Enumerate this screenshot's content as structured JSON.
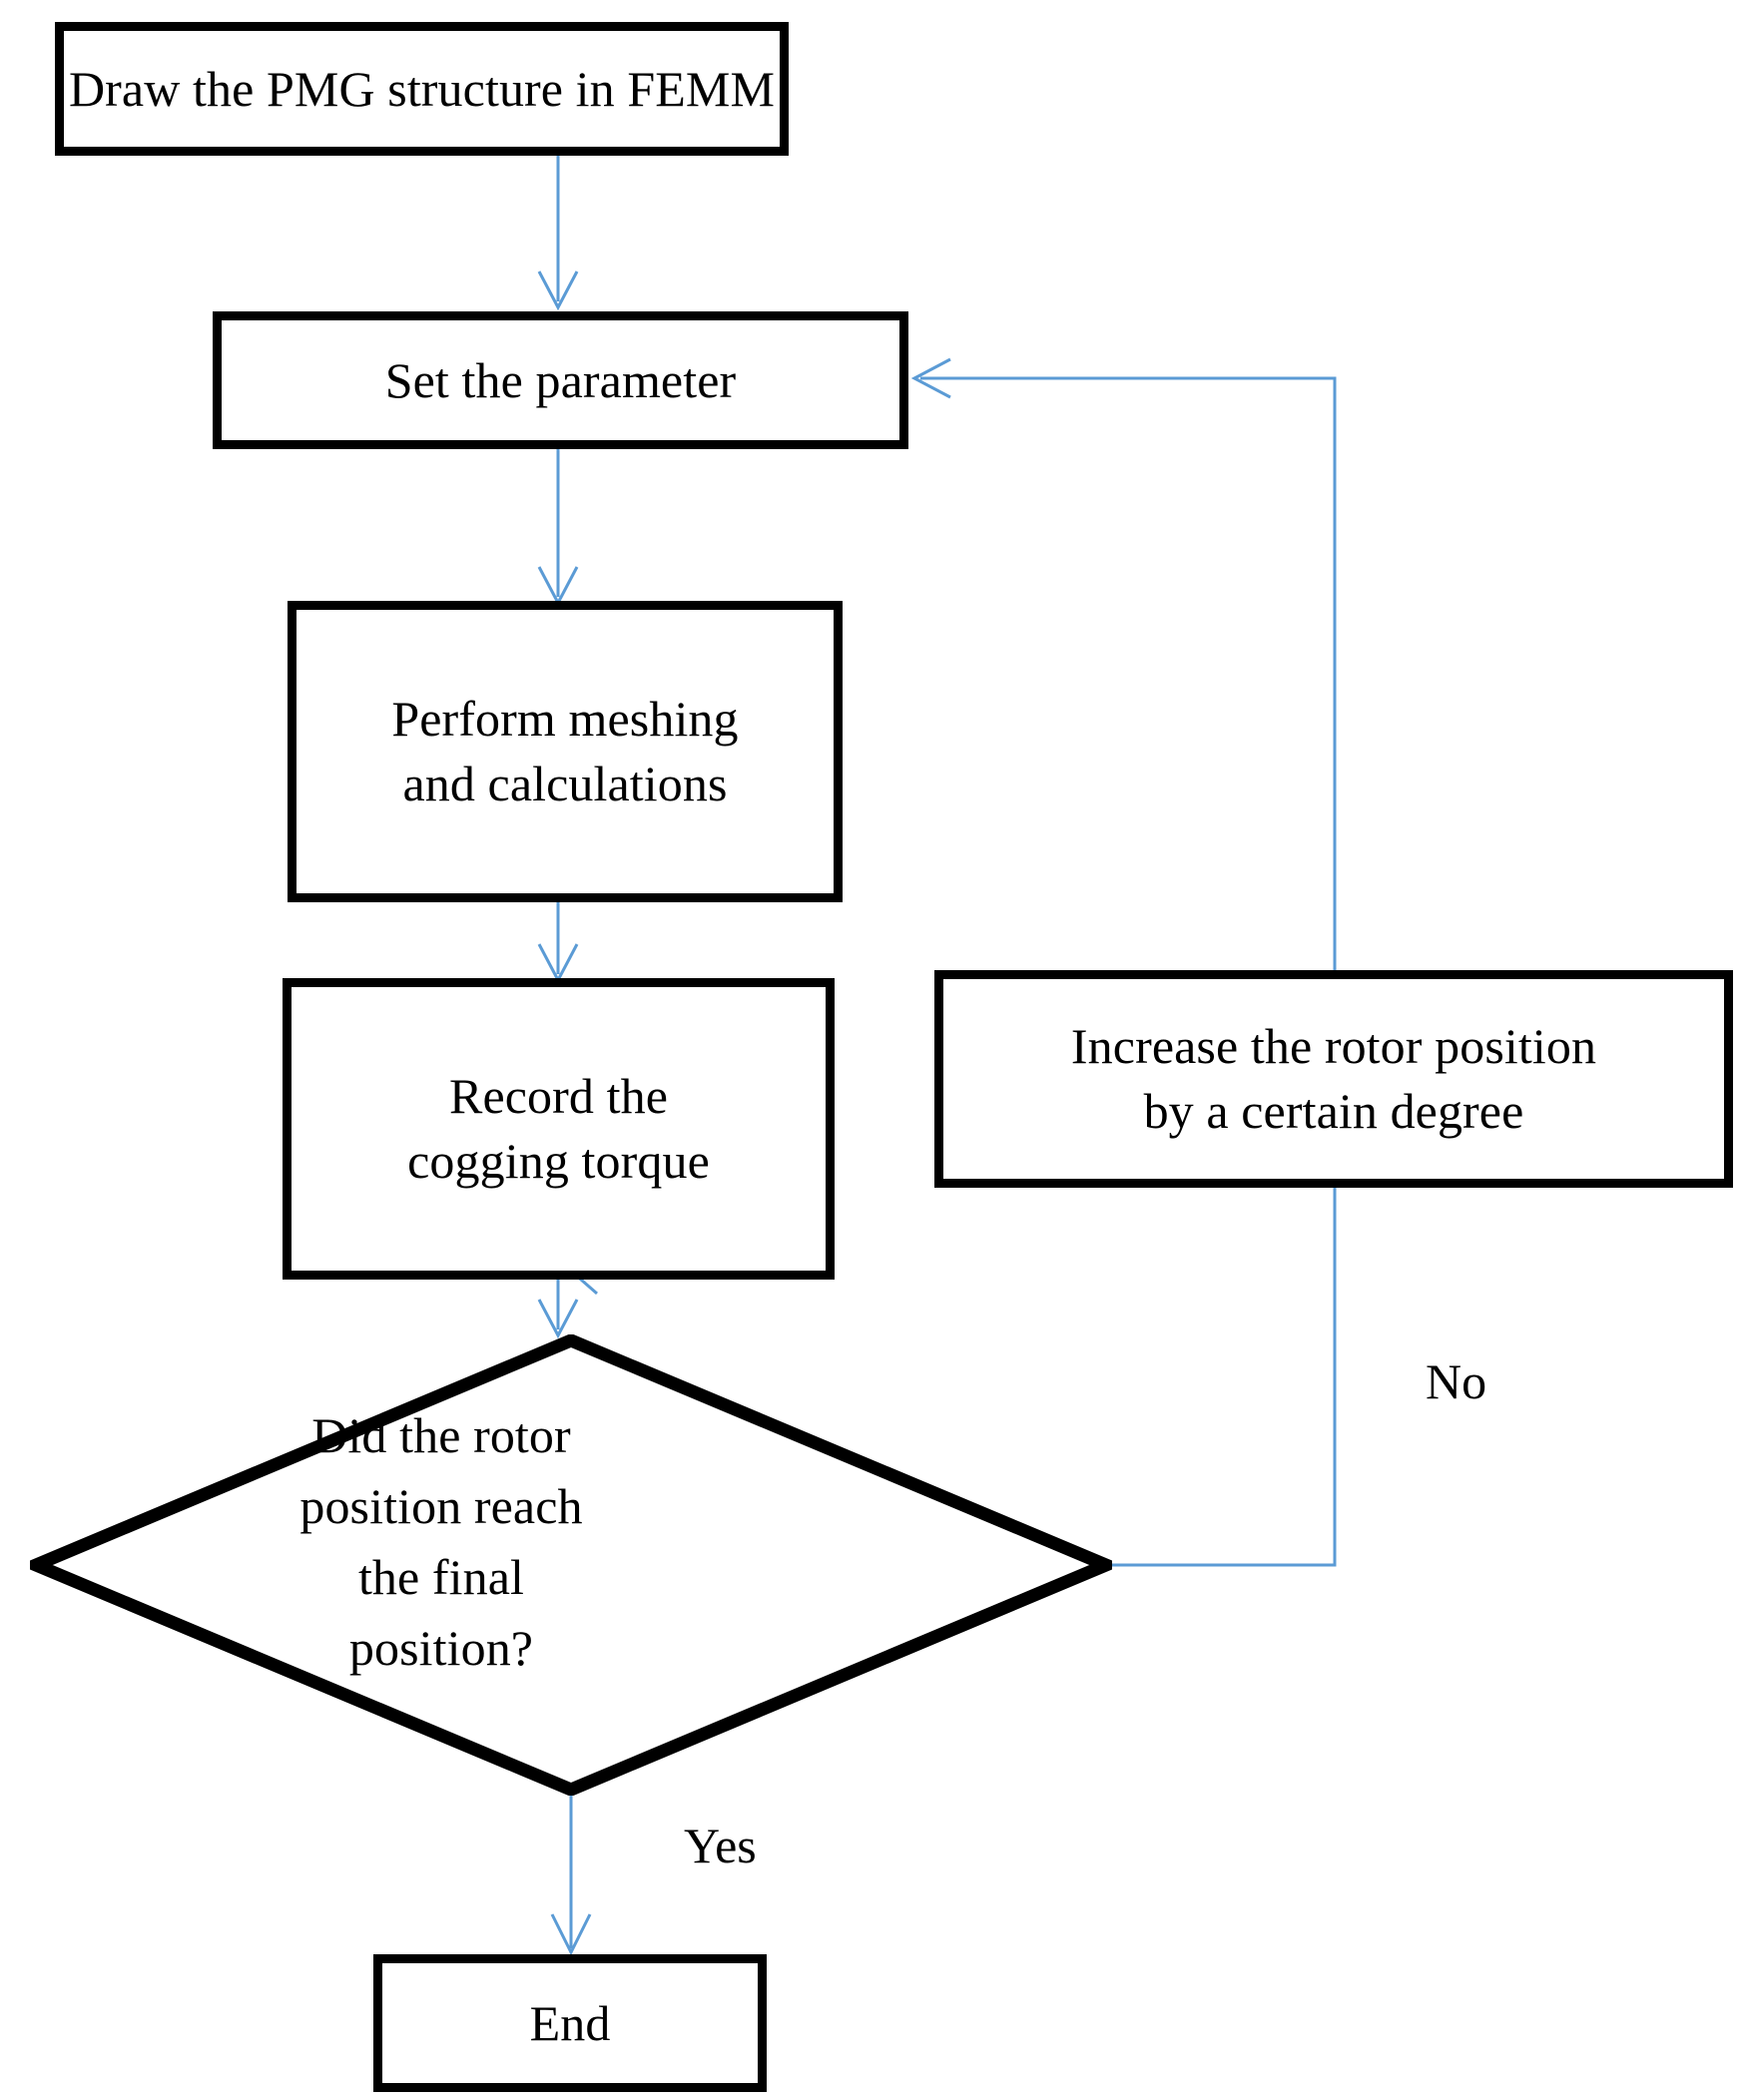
{
  "diagram": {
    "title": "PMG cogging torque simulation flowchart",
    "type": "flowchart",
    "line_color": "#5b9bd5",
    "node_border_color": "#000000",
    "background_color": "#ffffff",
    "nodes": [
      {
        "id": "draw",
        "shape": "process",
        "label": "Draw the PMG structure in FEMM"
      },
      {
        "id": "setparam",
        "shape": "process",
        "label": "Set the parameter"
      },
      {
        "id": "mesh",
        "shape": "process",
        "label": "Perform meshing\nand calculations"
      },
      {
        "id": "record",
        "shape": "process",
        "label": "Record the\ncogging torque"
      },
      {
        "id": "increase",
        "shape": "process",
        "label": "Increase the rotor position\nby a certain degree"
      },
      {
        "id": "decision",
        "shape": "decision",
        "label": "Did the rotor\nposition reach\nthe final\nposition?"
      },
      {
        "id": "end",
        "shape": "terminator",
        "label": "End"
      }
    ],
    "edge_labels": {
      "no": "No",
      "yes": "Yes"
    },
    "edges": [
      {
        "from": "draw",
        "to": "setparam",
        "label": ""
      },
      {
        "from": "setparam",
        "to": "mesh",
        "label": ""
      },
      {
        "from": "mesh",
        "to": "record",
        "label": ""
      },
      {
        "from": "record",
        "to": "decision",
        "label": ""
      },
      {
        "from": "decision",
        "to": "increase",
        "label": "No"
      },
      {
        "from": "increase",
        "to": "setparam",
        "label": ""
      },
      {
        "from": "decision",
        "to": "end",
        "label": "Yes"
      }
    ]
  }
}
